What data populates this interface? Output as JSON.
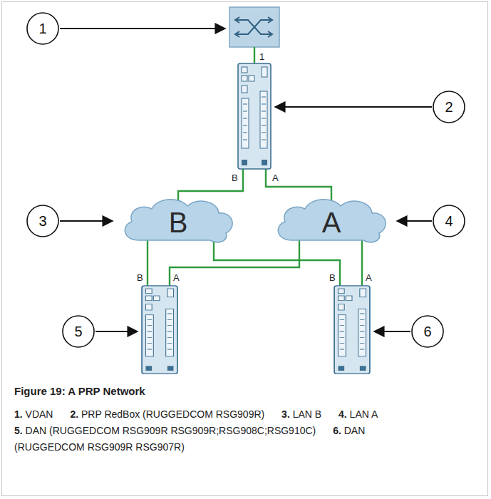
{
  "diagram": {
    "caption": "Figure 19: A PRP Network",
    "nodes": [
      {
        "text": [
          "B"
        ]
      },
      {
        "text": [
          "A"
        ]
      }
    ],
    "labels": [
      "1",
      "2",
      "3",
      "4",
      "5",
      "6",
      "1",
      "B",
      "A",
      "B",
      "A",
      "B",
      "A",
      "1.",
      "VDAN",
      "2.",
      "PRP RedBox (RUGGEDCOM RSG909R)",
      "3.",
      "LAN B",
      "4.",
      "LAN A",
      "5.",
      "DAN (RUGGEDCOM RSG909R RSG909R;RSG908C;RSG910C)",
      "6.",
      "DAN (RUGGEDCOM RSG909R RSG907R)"
    ]
  }
}
